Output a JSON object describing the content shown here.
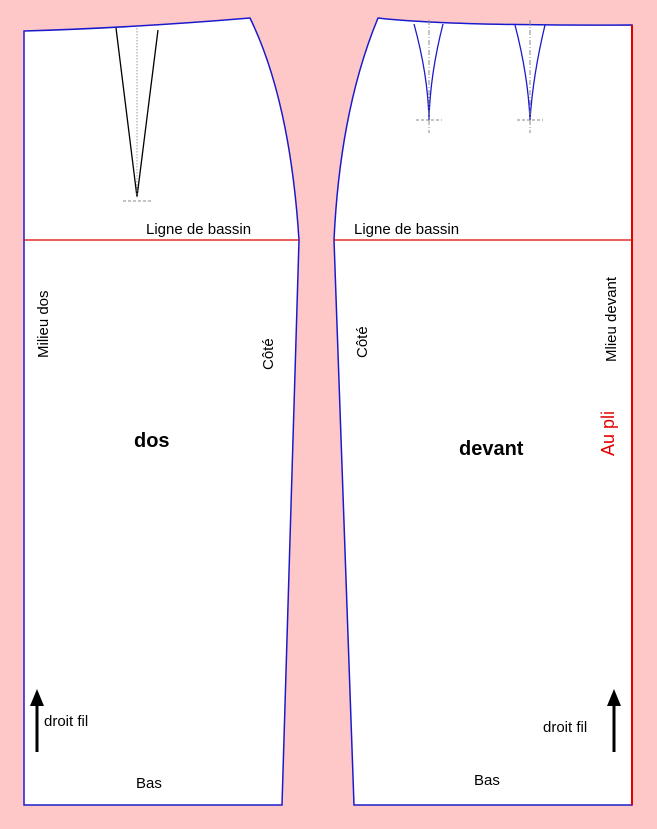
{
  "back_piece": {
    "hip_line": "Ligne de bassin",
    "center": "Milieu dos",
    "side": "Côté",
    "name": "dos",
    "grain": "droit fil",
    "hem": "Bas"
  },
  "front_piece": {
    "hip_line": "Ligne de bassin",
    "side": "Côté",
    "center": "Mlieu devant",
    "fold": "Au pli",
    "name": "devant",
    "grain": "droit fil",
    "hem": "Bas"
  },
  "colors": {
    "background": "#ffc8c8",
    "outline": "#1a1acc",
    "hip_line": "#e00000",
    "fold_line": "#e00000",
    "back_dart": "#000000",
    "guides": "#888888"
  }
}
